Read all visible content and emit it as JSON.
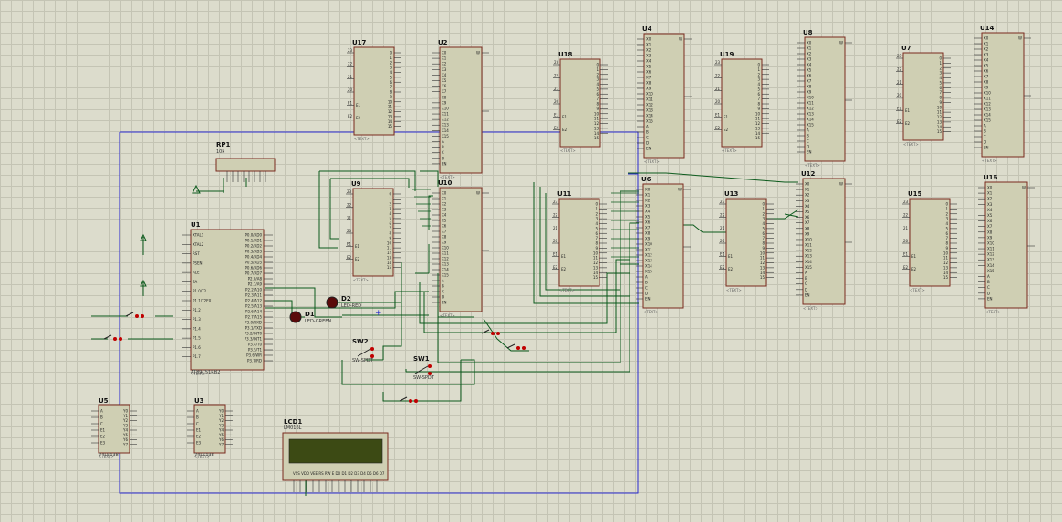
{
  "app": {
    "name": "Proteus ISIS schematic",
    "text_placeholder": "<TEXT>"
  },
  "colors": {
    "background": "#dcdccc",
    "grid": "#c4c4b4",
    "chip_fill": "#cfcfb3",
    "chip_stroke": "#7a2a1e",
    "wire": "#0b5a1c",
    "bus": "#2a2ad0",
    "terminal": "#c00000",
    "lcd_screen": "#3c4a14"
  },
  "components": {
    "u17": {
      "ref": "U17"
    },
    "u2": {
      "ref": "U2"
    },
    "u18": {
      "ref": "U18"
    },
    "u4": {
      "ref": "U4"
    },
    "u19": {
      "ref": "U19"
    },
    "u8": {
      "ref": "U8"
    },
    "u7": {
      "ref": "U7"
    },
    "u14": {
      "ref": "U14"
    },
    "u9": {
      "ref": "U9"
    },
    "u10": {
      "ref": "U10"
    },
    "u11": {
      "ref": "U11"
    },
    "u6": {
      "ref": "U6"
    },
    "u13": {
      "ref": "U13"
    },
    "u12": {
      "ref": "U12"
    },
    "u15": {
      "ref": "U15"
    },
    "u16": {
      "ref": "U16"
    },
    "u1": {
      "ref": "U1",
      "part": "AT89C51RB2"
    },
    "u5": {
      "ref": "U5",
      "part": "74LS138"
    },
    "u3": {
      "ref": "U3",
      "part": "74LS138"
    },
    "rp1": {
      "ref": "RP1",
      "value": "10k"
    },
    "d1": {
      "ref": "D1",
      "part": "LED-GREEN"
    },
    "d2": {
      "ref": "D2",
      "part": "LED-RED"
    },
    "sw1": {
      "ref": "SW1",
      "part": "SW-SPDT"
    },
    "sw2": {
      "ref": "SW2",
      "part": "SW-SPDT"
    },
    "lcd1": {
      "ref": "LCD1",
      "part": "LM016L",
      "pins": "VSS VDD VEE RS RW E D0 D1 D2 D3 D4 D5 D6 D7"
    }
  },
  "pin_labels": {
    "u1_left": [
      "XTAL1",
      "XTAL2",
      "RST",
      "PSEN",
      "ALE",
      "EA",
      "P1.0/T2",
      "P1.1/T2EX",
      "P1.2",
      "P1.3",
      "P1.4",
      "P1.5",
      "P1.6",
      "P1.7"
    ],
    "u1_right": [
      "P0.0/AD0",
      "P0.1/AD1",
      "P0.2/AD2",
      "P0.3/AD3",
      "P0.4/AD4",
      "P0.5/AD5",
      "P0.6/AD6",
      "P0.7/AD7",
      "P2.0/A8",
      "P2.1/A9",
      "P2.2/A10",
      "P2.3/A11",
      "P2.4/A12",
      "P2.5/A13",
      "P2.6/A14",
      "P2.7/A15",
      "P3.0/RXD",
      "P3.1/TXD",
      "P3.2/INT0",
      "P3.3/INT1",
      "P3.4/T0",
      "P3.5/T1",
      "P3.6/WR",
      "P3.7/RD"
    ],
    "decoder_in": [
      "23",
      "22",
      "21",
      "20",
      "E1",
      "E2"
    ],
    "decoder_out": [
      "0",
      "1",
      "2",
      "3",
      "4",
      "5",
      "6",
      "7",
      "8",
      "9",
      "10",
      "11",
      "12",
      "13",
      "14",
      "15"
    ],
    "mux_in": [
      "X0",
      "X1",
      "X2",
      "X3",
      "X4",
      "X5",
      "X6",
      "X7",
      "X8",
      "X9",
      "X10",
      "X11",
      "X12",
      "X13",
      "X14",
      "X15",
      "A",
      "B",
      "C",
      "D",
      "EN"
    ],
    "ls138_in": [
      "A",
      "B",
      "C",
      "E1",
      "E2",
      "E3"
    ],
    "ls138_out": [
      "Y0",
      "Y1",
      "Y2",
      "Y3",
      "Y4",
      "Y5",
      "Y6",
      "Y7"
    ]
  }
}
